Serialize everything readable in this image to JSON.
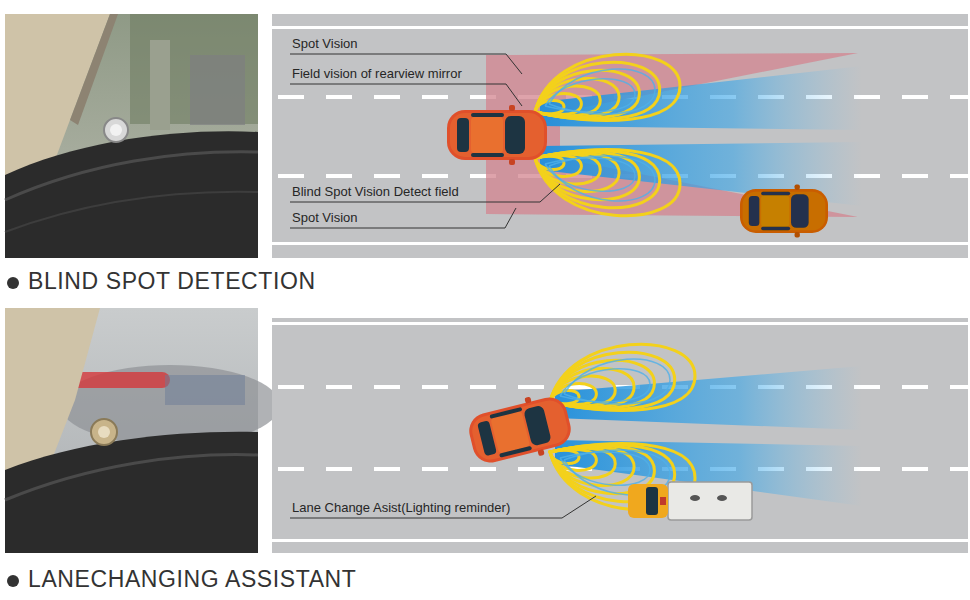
{
  "diagram": {
    "labels": [
      "Spot Vision",
      "Field vision of rearview mirror",
      "Blind Spot Vision Detect field",
      "Spot Vision",
      "BLIND SPOT DETECTION",
      "Lane Change Asist(Lighting reminder)",
      "LANECHANGING ASSISTANT"
    ]
  }
}
